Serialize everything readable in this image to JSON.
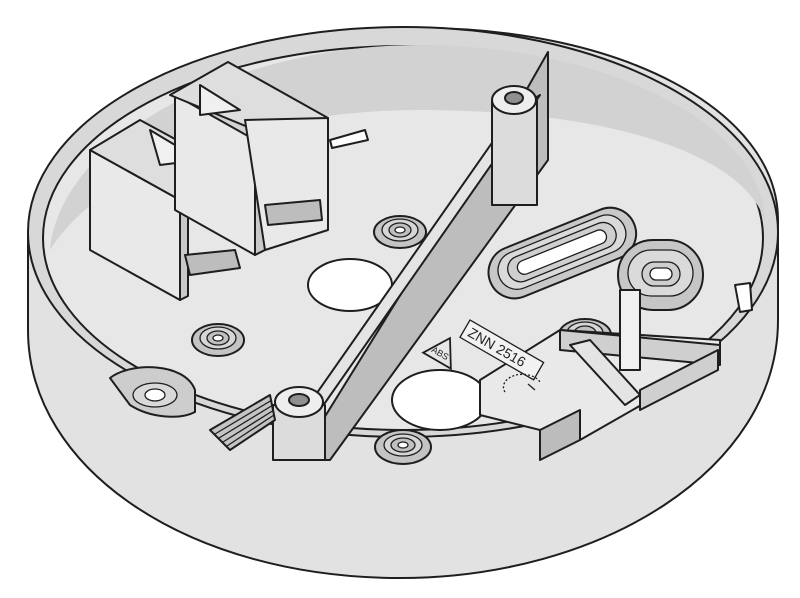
{
  "illustration": {
    "subject": "Round surface-mount base plate (isometric line drawing)",
    "colors": {
      "line": "#1e1e1e",
      "face_light": "#e6e6e6",
      "face_mid": "#cfcfcf",
      "face_dark": "#b3b3b3",
      "hole": "#ffffff",
      "background": "#ffffff"
    },
    "labels": {
      "part_number": "ZNN 2516",
      "material_mark": "ABS"
    },
    "icons": [
      "recycling-triangle-icon",
      "date-wheel-icon"
    ]
  }
}
